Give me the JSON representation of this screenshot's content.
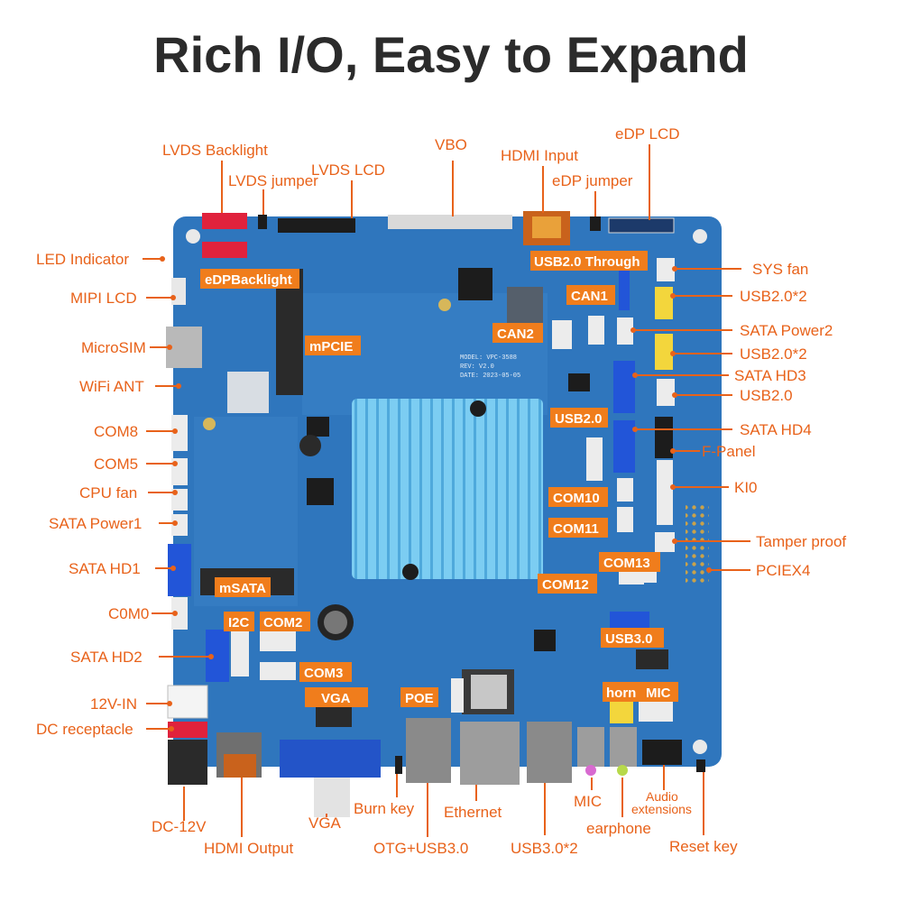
{
  "title": "Rich I/O, Easy to Expand",
  "board": {
    "model": "MODEL: VPC-3588",
    "rev": "REV: V2.0",
    "date": "DATE: 2023-05-05"
  },
  "labels": {
    "lvds_backlight": "LVDS Backlight",
    "lvds_jumper": "LVDS jumper",
    "lvds_lcd": "LVDS LCD",
    "vbo": "VBO",
    "hdmi_input": "HDMI Input",
    "edp_jumper": "eDP jumper",
    "edp_lcd": "eDP LCD",
    "led_indicator": "LED Indicator",
    "mipi_lcd": "MIPI LCD",
    "microsim": "MicroSIM",
    "wifi_ant": "WiFi ANT",
    "com8": "COM8",
    "com5": "COM5",
    "cpu_fan": "CPU fan",
    "sata_power1": "SATA Power1",
    "sata_hd1": "SATA  HD1",
    "com0": "C0M0",
    "sata_hd2": "SATA  HD2",
    "v12_in": "12V-IN",
    "dc_receptacle": "DC receptacle",
    "dc_12v": "DC-12V",
    "hdmi_output": "HDMI Output",
    "vga": "VGA",
    "burn_key": "Burn key",
    "otg_usb3": "OTG+USB3.0",
    "ethernet": "Ethernet",
    "usb3x2": "USB3.0*2",
    "mic": "MIC",
    "earphone": "earphone",
    "audio_ext_1": "Audio",
    "audio_ext_2": "extensions",
    "reset_key": "Reset key",
    "sys_fan": "SYS fan",
    "usb2x2_a": "USB2.0*2",
    "sata_power2": "SATA Power2",
    "usb2x2_b": "USB2.0*2",
    "sata_hd3": "SATA HD3",
    "usb2": "USB2.0",
    "sata_hd4": "SATA  HD4",
    "f_panel": "F-Panel",
    "ki0": "KI0",
    "tamper_proof": "Tamper proof",
    "pciex4": "PCIEX4"
  },
  "tags": {
    "edp_backlight": "eDPBacklight",
    "usb2_through": "USB2.0 Through",
    "can1": "CAN1",
    "can2": "CAN2",
    "mpcie": "mPCIE",
    "usb2_inner": "USB2.0",
    "com10": "COM10",
    "com11": "COM11",
    "com13": "COM13",
    "com12": "COM12",
    "msata": "mSATA",
    "i2c": "I2C",
    "com2": "COM2",
    "com3": "COM3",
    "vga_inner": "VGA",
    "poe": "POE",
    "usb3_inner": "USB3.0",
    "horn": "horn",
    "mic_inner": "MIC"
  },
  "colors": {
    "accent": "#e8621a",
    "tag_fill": "#f07d1c",
    "board": "#2a6fb6",
    "heatsink": "#5cb8e6",
    "title": "#2b2b2b"
  }
}
